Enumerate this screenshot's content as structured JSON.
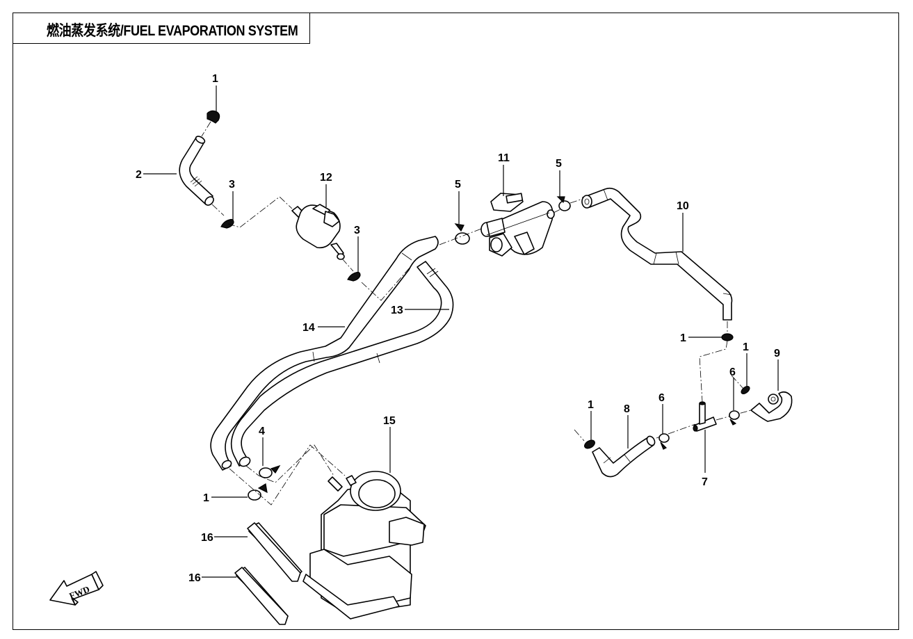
{
  "title": "燃油蒸发系统/FUEL EVAPORATION SYSTEM",
  "direction_indicator": {
    "label": "FWD"
  },
  "callouts": [
    {
      "id": "c1a",
      "label": "1",
      "part": "hose clamp"
    },
    {
      "id": "c2",
      "label": "2",
      "part": "hose"
    },
    {
      "id": "c3a",
      "label": "3",
      "part": "clamp"
    },
    {
      "id": "c12",
      "label": "12",
      "part": "rollover valve"
    },
    {
      "id": "c3b",
      "label": "3",
      "part": "clamp"
    },
    {
      "id": "c5a",
      "label": "5",
      "part": "hose clamp"
    },
    {
      "id": "c11",
      "label": "11",
      "part": "purge solenoid valve"
    },
    {
      "id": "c5b",
      "label": "5",
      "part": "hose clamp"
    },
    {
      "id": "c10",
      "label": "10",
      "part": "hose"
    },
    {
      "id": "c14",
      "label": "14",
      "part": "hose"
    },
    {
      "id": "c13",
      "label": "13",
      "part": "hose"
    },
    {
      "id": "c1b",
      "label": "1",
      "part": "hose clamp"
    },
    {
      "id": "c1c",
      "label": "1",
      "part": "hose clamp"
    },
    {
      "id": "c9",
      "label": "9",
      "part": "hose"
    },
    {
      "id": "c6a",
      "label": "6",
      "part": "hose clamp"
    },
    {
      "id": "c1d",
      "label": "1",
      "part": "hose clamp"
    },
    {
      "id": "c8",
      "label": "8",
      "part": "hose"
    },
    {
      "id": "c6b",
      "label": "6",
      "part": "hose clamp"
    },
    {
      "id": "c7",
      "label": "7",
      "part": "tee connector"
    },
    {
      "id": "c15",
      "label": "15",
      "part": "carbon canister"
    },
    {
      "id": "c4",
      "label": "4",
      "part": "hose clamp"
    },
    {
      "id": "c1e",
      "label": "1",
      "part": "hose clamp"
    },
    {
      "id": "c16a",
      "label": "16",
      "part": "foam pad"
    },
    {
      "id": "c16b",
      "label": "16",
      "part": "foam pad"
    }
  ]
}
